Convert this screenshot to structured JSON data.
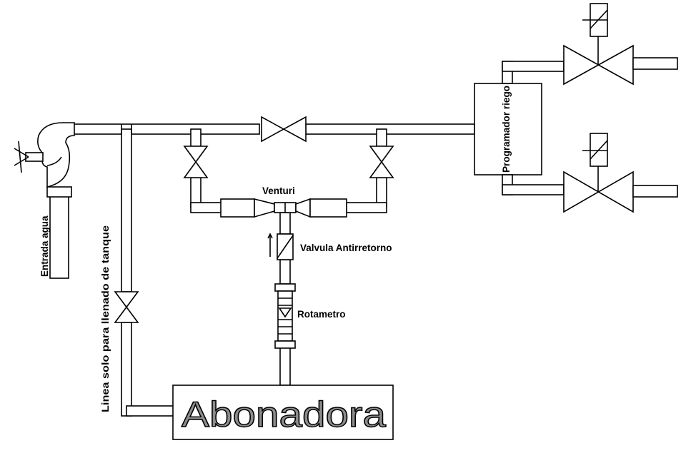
{
  "labels": {
    "entrada": "Entrada agua",
    "linea": "Linea solo para llenado de tanque",
    "venturi": "Venturi",
    "valvula": "Valvula Antirretorno",
    "rotametro": "Rotametro",
    "programador": "Programador riego",
    "abonadora": "Abonadora"
  }
}
